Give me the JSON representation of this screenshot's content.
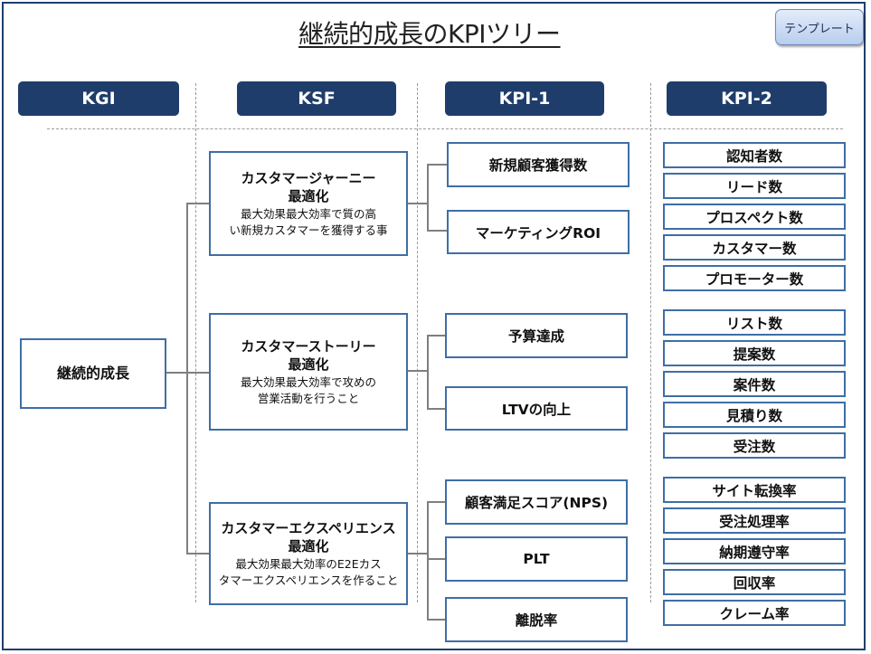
{
  "title": "継続的成長のKPIツリー",
  "template_button": "テンプレート",
  "headers": {
    "kgi": "KGI",
    "ksf": "KSF",
    "kpi1": "KPI-1",
    "kpi2": "KPI-2"
  },
  "kgi": "継続的成長",
  "ksf": [
    {
      "title1": "カスタマージャーニー",
      "title2": "最適化",
      "desc1": "最大効果最大効率で質の高",
      "desc2": "い新規カスタマーを獲得する事"
    },
    {
      "title1": "カスタマーストーリー",
      "title2": "最適化",
      "desc1": "最大効果最大効率で攻めの",
      "desc2": "営業活動を行うこと"
    },
    {
      "title1": "カスタマーエクスペリエンス",
      "title2": "最適化",
      "desc1": "最大効果最大効率のE2Eカス",
      "desc2": "タマーエクスペリエンスを作ること"
    }
  ],
  "kpi1": [
    "新規顧客獲得数",
    "マーケティングROI",
    "予算達成",
    "LTVの向上",
    "顧客満足スコア(NPS)",
    "PLT",
    "離脱率"
  ],
  "kpi2": [
    "認知者数",
    "リード数",
    "プロスペクト数",
    "カスタマー数",
    "プロモーター数",
    "リスト数",
    "提案数",
    "案件数",
    "見積り数",
    "受注数",
    "サイト転換率",
    "受注処理率",
    "納期遵守率",
    "回収率",
    "クレーム率"
  ]
}
